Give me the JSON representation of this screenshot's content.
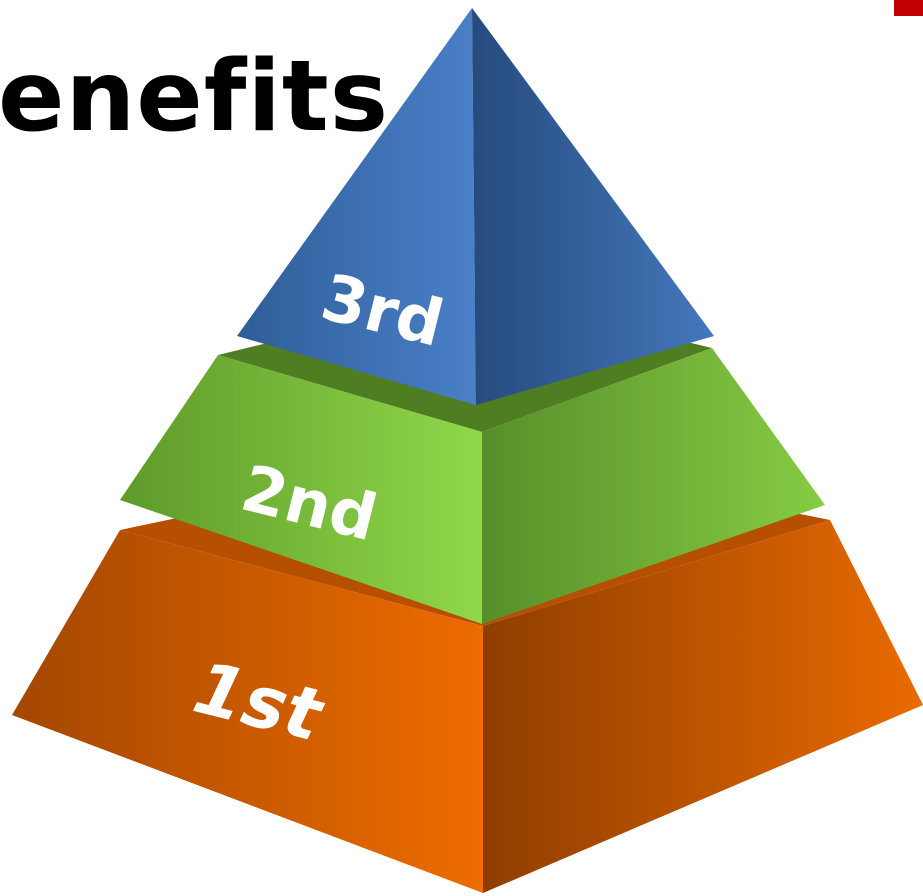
{
  "heading": "enefits",
  "tiers": [
    {
      "label": "3rd",
      "color": "#4478bc"
    },
    {
      "label": "2nd",
      "color": "#86cc44"
    },
    {
      "label": "1st",
      "color": "#e86a00"
    }
  ],
  "accent_color": "#c00000"
}
